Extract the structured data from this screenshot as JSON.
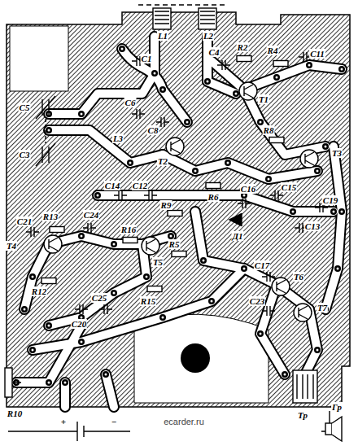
{
  "diagram": {
    "labels": [
      "L1",
      "L2",
      "C1",
      "C4",
      "R2",
      "R4",
      "C11",
      "C5",
      "C3",
      "C6",
      "C8",
      "L3",
      "T2",
      "T1",
      "T3",
      "R8",
      "R6",
      "C16",
      "C15",
      "C19",
      "C14",
      "R9",
      "C13",
      "Д1",
      "C21",
      "R13",
      "C24",
      "T4",
      "R16",
      "R5",
      "T5",
      "C12",
      "R12",
      "R15",
      "C25",
      "C20",
      "R10",
      "C17",
      "T6",
      "C23",
      "T7",
      "Tр",
      "Гр",
      "+",
      "−",
      "ecarder.ru"
    ]
  }
}
